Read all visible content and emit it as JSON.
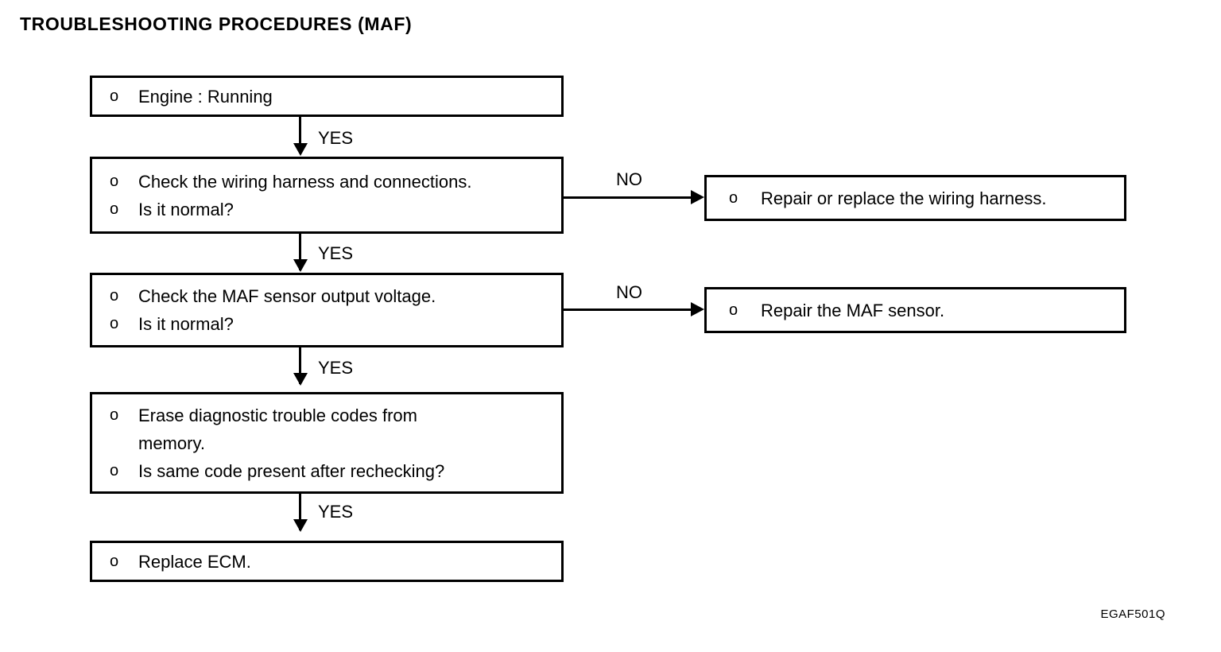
{
  "document": {
    "title": "TROUBLESHOOTING PROCEDURES (MAF)",
    "reference_code": "EGAF501Q",
    "bullet_marker": "o",
    "colors": {
      "ink": "#000000",
      "background": "#ffffff"
    }
  },
  "flow": {
    "nodes": [
      {
        "id": "engine-running",
        "lines": [
          "Engine : Running"
        ]
      },
      {
        "id": "check-wiring-harness",
        "lines": [
          "Check the wiring harness and connections.",
          "Is it normal?"
        ]
      },
      {
        "id": "check-maf-output-voltage",
        "lines": [
          "Check the MAF sensor output voltage.",
          "Is it normal?"
        ]
      },
      {
        "id": "erase-diagnostic-codes",
        "lines": [
          "Erase diagnostic trouble codes from memory.",
          "Is same code present after rechecking?"
        ]
      },
      {
        "id": "replace-ecm",
        "lines": [
          "Replace ECM."
        ]
      }
    ],
    "outcomes": [
      {
        "id": "repair-wiring-harness",
        "lines": [
          "Repair or replace the wiring harness."
        ]
      },
      {
        "id": "repair-maf-sensor",
        "lines": [
          "Repair the MAF sensor."
        ]
      }
    ],
    "edge_labels": {
      "yes_1": "YES",
      "yes_2": "YES",
      "yes_3": "YES",
      "yes_4": "YES",
      "no_1": "NO",
      "no_2": "NO"
    }
  }
}
